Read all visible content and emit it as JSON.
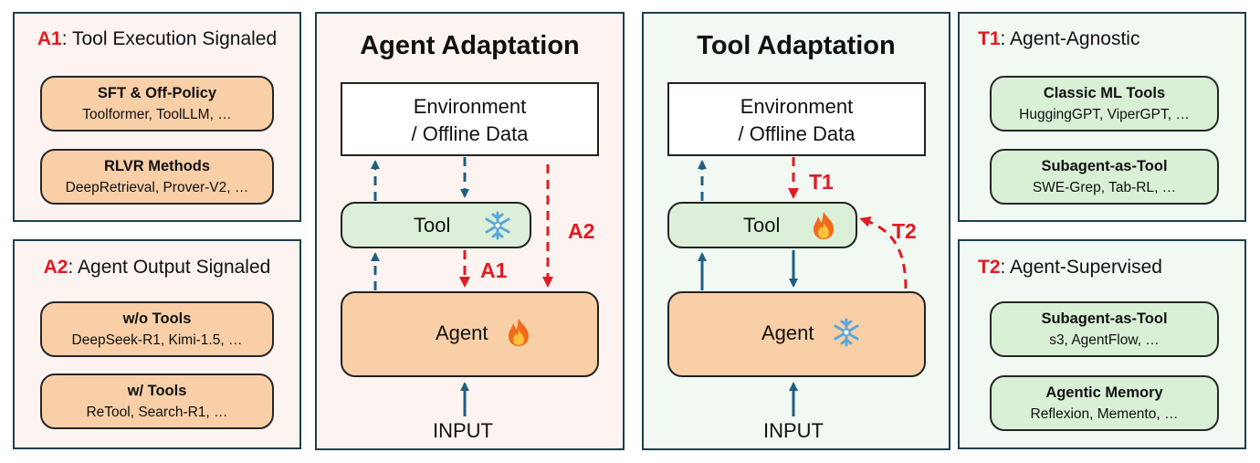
{
  "left_top": {
    "tag": "A1",
    "title": ": Tool Execution Signaled",
    "items": [
      {
        "title": "SFT & Off-Policy",
        "sub": "Toolformer, ToolLLM, …"
      },
      {
        "title": "RLVR Methods",
        "sub": "DeepRetrieval, Prover-V2, …"
      }
    ]
  },
  "left_bottom": {
    "tag": "A2",
    "title": ": Agent Output Signaled",
    "items": [
      {
        "title": "w/o Tools",
        "sub": "DeepSeek-R1, Kimi-1.5, …"
      },
      {
        "title": "w/ Tools",
        "sub": "ReTool, Search-R1, …"
      }
    ]
  },
  "agent_adaptation": {
    "title": "Agent Adaptation",
    "env_line1": "Environment",
    "env_line2": "/ Offline Data",
    "tool_label": "Tool",
    "agent_label": "Agent",
    "input_label": "INPUT",
    "tool_state_icon": "snowflake-icon",
    "agent_state_icon": "fire-icon",
    "signal_a1": "A1",
    "signal_a2": "A2"
  },
  "tool_adaptation": {
    "title": "Tool Adaptation",
    "env_line1": "Environment",
    "env_line2": "/ Offline Data",
    "tool_label": "Tool",
    "agent_label": "Agent",
    "input_label": "INPUT",
    "tool_state_icon": "fire-icon",
    "agent_state_icon": "snowflake-icon",
    "signal_t1": "T1",
    "signal_t2": "T2"
  },
  "right_top": {
    "tag": "T1",
    "title": ": Agent-Agnostic",
    "items": [
      {
        "title": "Classic ML Tools",
        "sub": "HuggingGPT, ViperGPT, …"
      },
      {
        "title": "Subagent-as-Tool",
        "sub": "SWE-Grep, Tab-RL, …"
      }
    ]
  },
  "right_bottom": {
    "tag": "T2",
    "title": ": Agent-Supervised",
    "items": [
      {
        "title": "Subagent-as-Tool",
        "sub": "s3, AgentFlow, …"
      },
      {
        "title": "Agentic Memory",
        "sub": "Reflexion, Memento, …"
      }
    ]
  },
  "colors": {
    "signal_red": "#e01b24",
    "flow_blue": "#1f5f80",
    "agent_fill": "#f9cfa8",
    "tool_fill": "#dcefd9"
  }
}
